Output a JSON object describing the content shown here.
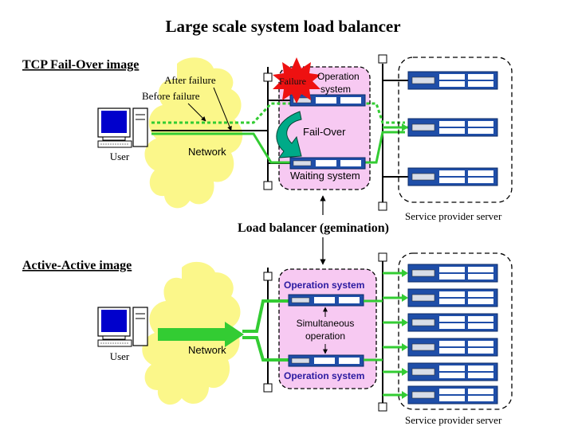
{
  "title": "Large scale system load balancer",
  "tcp_section": {
    "heading": "TCP Fail-Over image",
    "after_failure": "After failure",
    "before_failure": "Before failure",
    "network": "Network",
    "user": "User",
    "failure": "Failure",
    "operation_system": "Operation system",
    "operation_line1": "Operation",
    "operation_line2": "system",
    "fail_over": "Fail-Over",
    "waiting_system": "Waiting  system",
    "service_provider": "Service provider server"
  },
  "load_balancer_label": "Load balancer (gemination)",
  "active_section": {
    "heading": "Active-Active image",
    "network": "Network",
    "user": "User",
    "operation_system_top": "Operation system",
    "operation_system_bottom": "Operation system",
    "simultaneous_line1": "Simultaneous",
    "simultaneous_line2": "operation",
    "service_provider": "Service provider server"
  },
  "colors": {
    "green": "#33cc33",
    "pink": "#f7c9f2",
    "cloud": "#fbf78a",
    "failure_red": "#ee1111",
    "server_blue": "#1f4ea8",
    "monitor_blue": "#0000cc",
    "label_blue": "#2a1aa0"
  }
}
